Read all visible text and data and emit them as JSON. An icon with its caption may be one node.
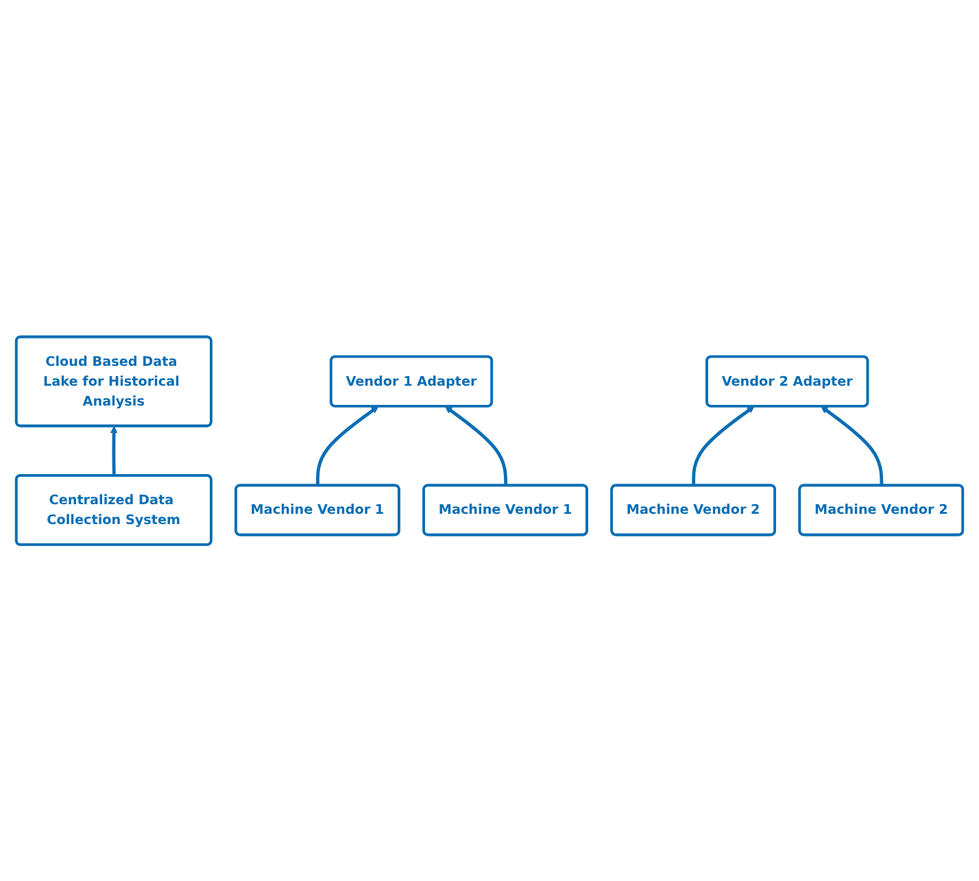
{
  "diagram": {
    "nodes": [
      {
        "text": [
          "Cloud Based Data Lake for Historical Analysis"
        ]
      },
      {
        "text": [
          "Centralized Data Collection System"
        ]
      },
      {
        "text": [
          "Vendor 1 Adapter"
        ]
      },
      {
        "text": [
          "Vendor 2 Adapter"
        ]
      },
      {
        "text": [
          "Machine Vendor 1"
        ]
      },
      {
        "text": [
          "Machine Vendor 1"
        ]
      },
      {
        "text": [
          "Machine Vendor 2"
        ]
      },
      {
        "text": [
          "Machine Vendor 2"
        ]
      }
    ],
    "edges": [
      {
        "from": 1,
        "to": 0,
        "arrow": "to"
      },
      {
        "from": 4,
        "to": 2,
        "arrow": "to"
      },
      {
        "from": 5,
        "to": 2,
        "arrow": "to"
      },
      {
        "from": 6,
        "to": 3,
        "arrow": "to"
      },
      {
        "from": 7,
        "to": 3,
        "arrow": "to"
      }
    ]
  }
}
